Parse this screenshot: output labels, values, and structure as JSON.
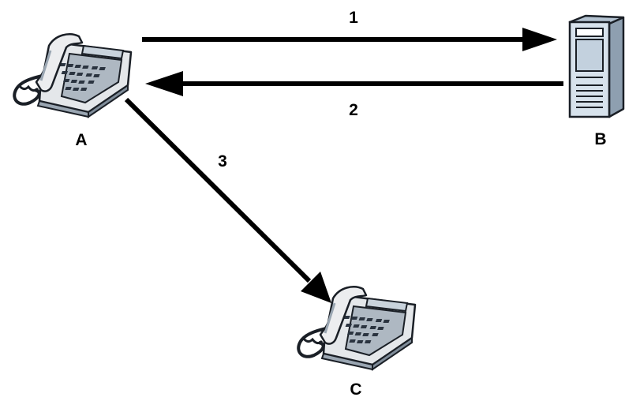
{
  "nodes": {
    "a": {
      "label": "A",
      "icon": "desk-phone-icon"
    },
    "b": {
      "label": "B",
      "icon": "server-tower-icon"
    },
    "c": {
      "label": "C",
      "icon": "desk-phone-icon"
    }
  },
  "arrows": {
    "a_to_b": {
      "label": "1"
    },
    "b_to_a": {
      "label": "2"
    },
    "a_to_c": {
      "label": "3"
    }
  },
  "colors": {
    "line": "#000000",
    "phone_body": "#e4e7ea",
    "phone_panel": "#aeb8c2",
    "phone_handset": "#ecedef",
    "phone_keys": "#2b3440",
    "server_front": "#d7e2ec",
    "server_side": "#8e9fb0"
  }
}
